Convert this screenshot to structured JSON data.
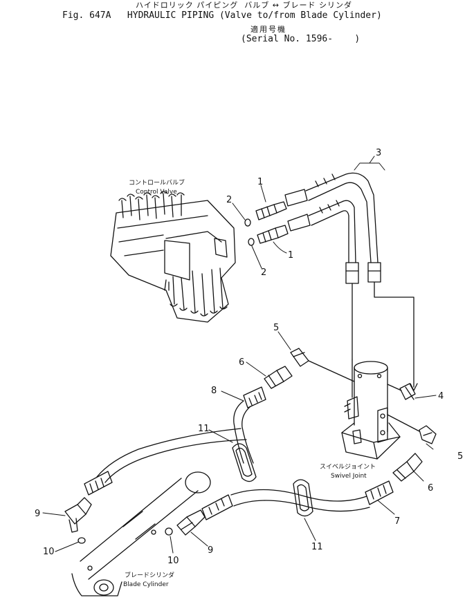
{
  "header": {
    "jp_title": "ハイドロリック パイピング  バルブ ↔ ブレード シリンダ",
    "fig_line": "Fig. 647A   HYDRAULIC PIPING (Valve to/from Blade Cylinder)",
    "jp_serial": "適用号機",
    "serial_line": "(Serial No. 1596-    )"
  },
  "labels": {
    "control_valve_jp": "コントロールバルブ",
    "control_valve_en": "Control Valve",
    "swivel_joint_jp": "スイベルジョイント",
    "swivel_joint_en": "Swivel Joint",
    "blade_cylinder_jp": "ブレードシリンダ",
    "blade_cylinder_en": "Blade Cylinder"
  },
  "callouts": [
    "1",
    "1",
    "2",
    "2",
    "3",
    "4",
    "5",
    "5",
    "6",
    "6",
    "7",
    "8",
    "9",
    "9",
    "10",
    "10",
    "11",
    "11"
  ]
}
